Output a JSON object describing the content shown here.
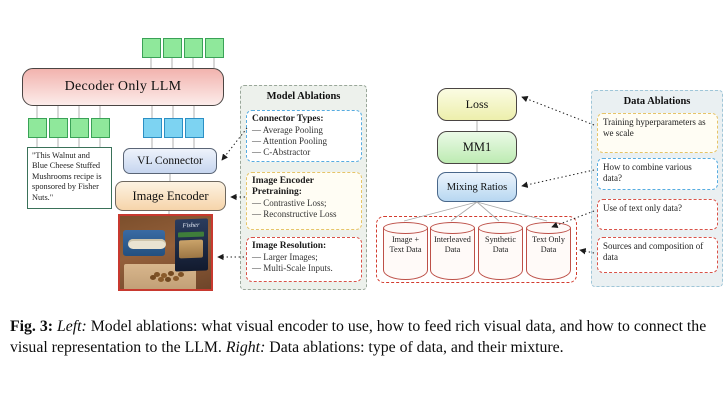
{
  "left_diagram": {
    "llm_label": "Decoder Only LLM",
    "vl_connector_label": "VL Connector",
    "image_encoder_label": "Image Encoder",
    "quote_text": "\"This Walnut and Blue Cheese Stuffed Mushrooms recipe is sponsored by Fisher Nuts.\"",
    "photo_brand": "Fisher"
  },
  "model_ablations": {
    "title": "Model Ablations",
    "groups": [
      {
        "header": "Connector Types:",
        "items": [
          "— Average Pooling",
          "— Attention Pooling",
          "— C-Abstractor"
        ]
      },
      {
        "header": "Image Encoder Pretraining:",
        "items": [
          "— Contrastive Loss;",
          "— Reconstructive Loss"
        ]
      },
      {
        "header": "Image Resolution:",
        "items": [
          "— Larger Images;",
          "— Multi-Scale Inputs."
        ]
      }
    ]
  },
  "right_diagram": {
    "loss_label": "Loss",
    "mm1_label": "MM1",
    "mixing_label": "Mixing Ratios",
    "datasets": [
      "Image + Text Data",
      "Interleaved Data",
      "Synthetic Data",
      "Text Only Data"
    ]
  },
  "data_ablations": {
    "title": "Data Ablations",
    "notes": [
      "Training hyperparameters as we scale",
      "How to combine various data?",
      "Use of text only data?",
      "Sources and composition of data"
    ]
  },
  "caption": {
    "fig_label": "Fig. 3:",
    "left_label": "Left:",
    "left_text": " Model ablations: what visual encoder to use, how to feed rich visual data, and how to connect the visual representation to the LLM. ",
    "right_label": "Right:",
    "right_text": " Data ablations: type of data, and their mixture."
  },
  "colors": {
    "token_green": "#8fe89b",
    "token_blue": "#7dd3f2",
    "llm_pink": "#f2b3ae",
    "cylinder_border": "#bd5048",
    "dashed_red": "#d23b2e",
    "dashed_blue": "#57ace0",
    "dashed_yellow": "#e6c468"
  }
}
